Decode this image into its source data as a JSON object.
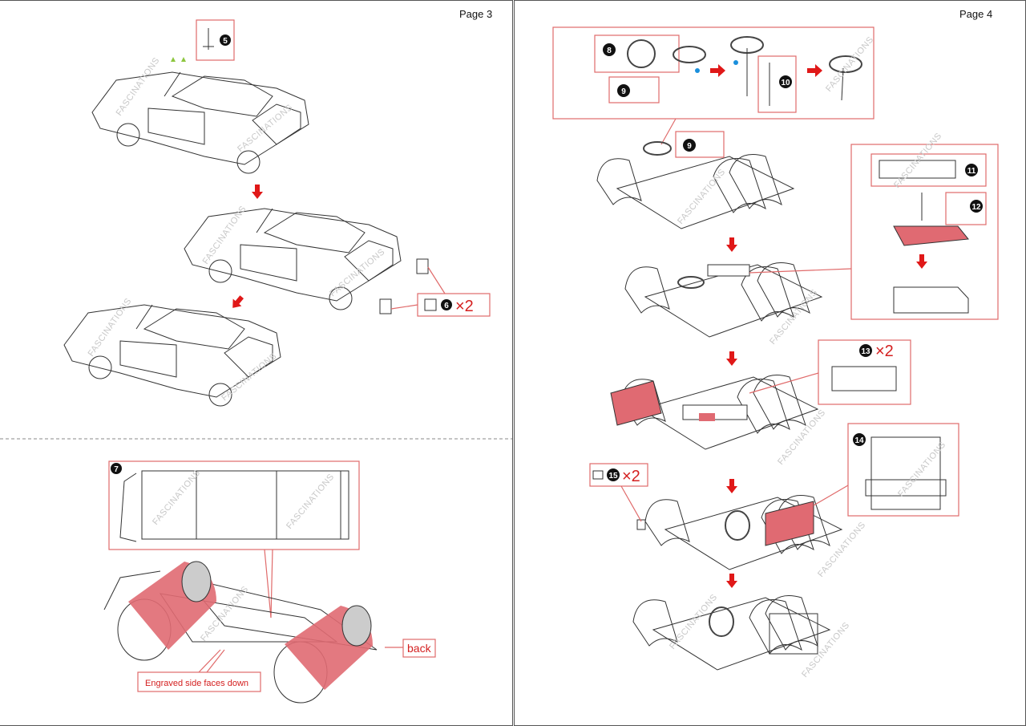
{
  "pages": [
    {
      "label": "Page 3"
    },
    {
      "label": "Page 4"
    }
  ],
  "watermark": "FASCINATIONS",
  "page3": {
    "steps": {
      "s5": "5",
      "s6": "6",
      "s7": "7"
    },
    "multiplier": "×2",
    "callouts": {
      "engraved": "Engraved side faces down",
      "back": "back"
    }
  },
  "page4": {
    "steps": {
      "s8": "8",
      "s9a": "9",
      "s9b": "9",
      "s10": "10",
      "s11": "11",
      "s12": "12",
      "s13": "13",
      "s14": "14",
      "s15": "15"
    },
    "multiplier13": "×2",
    "multiplier15": "×2"
  },
  "colors": {
    "callout": "#e06a6a",
    "arrow": "#e01818",
    "highlight": "#e06a72",
    "marker_green": "#8dc63f",
    "marker_blue": "#1a8fdc"
  }
}
